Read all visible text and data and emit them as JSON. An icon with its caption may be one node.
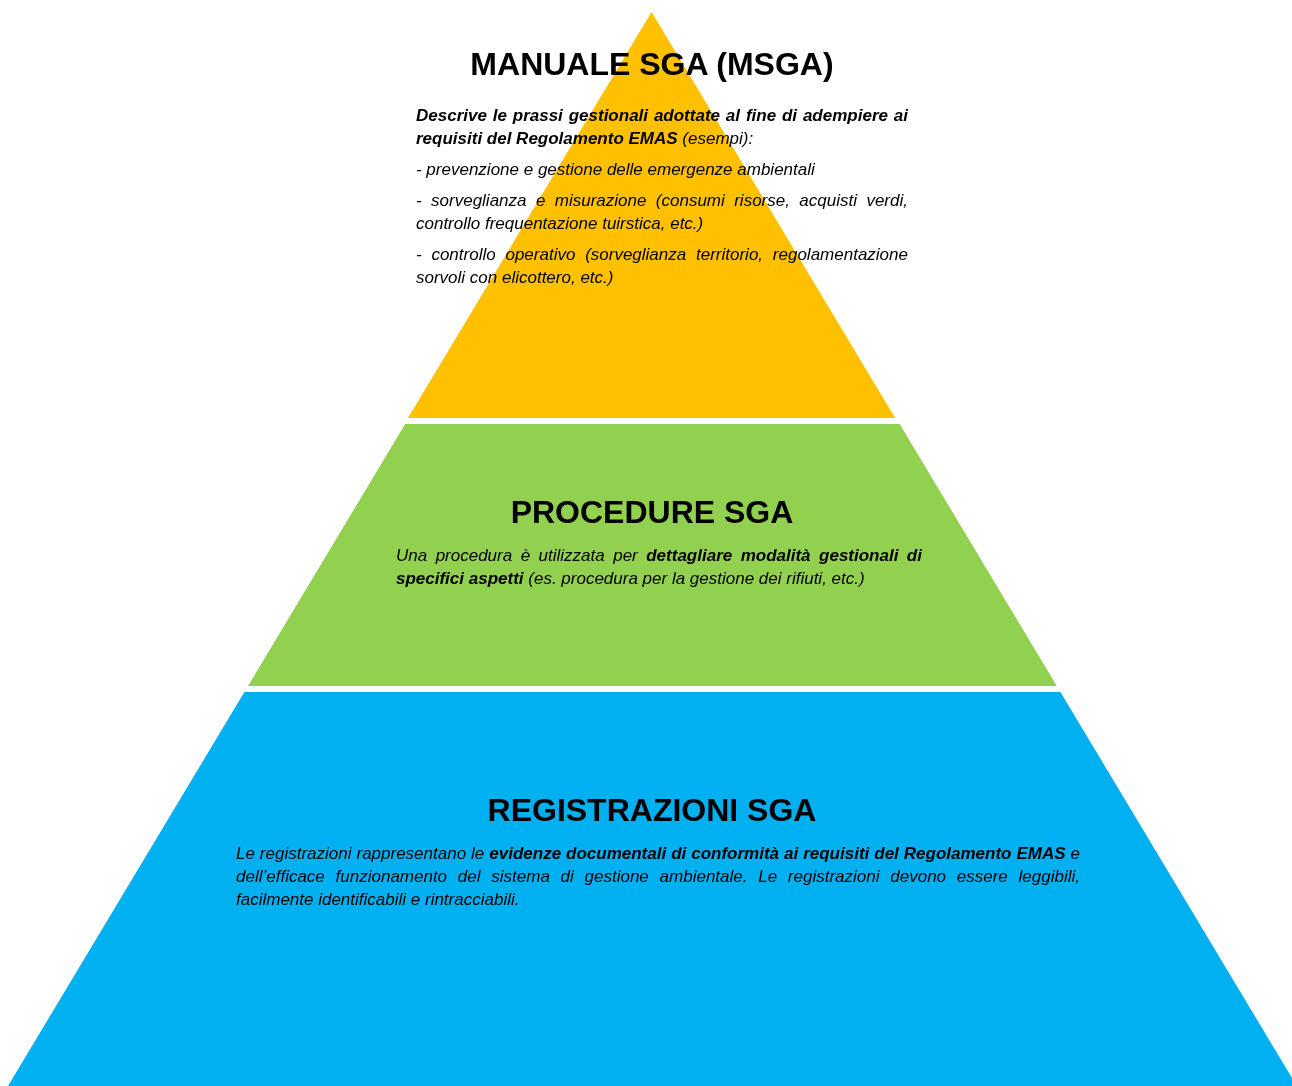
{
  "diagram": {
    "nodes": [
      {
        "text": [
          "MANUALE SGA (MSGA)",
          "**Descrive le prassi gestionali adottate al fine di adempiere ai requisiti del Regolamento EMAS** (esempi):",
          "- prevenzione e gestione delle emergenze ambientali",
          "- sorveglianza e misurazione (consumi risorse, acquisti verdi, controllo frequentazione tuirstica, etc.)",
          "- controllo operativo (sorveglianza territorio, regolamentazione sorvoli con elicottero, etc.)"
        ]
      },
      {
        "text": [
          "PROCEDURE SGA",
          "Una procedura è utilizzata per **dettagliare modalità gestionali di specifici aspetti** (es. procedura per la gestione dei rifiuti, etc.)"
        ]
      },
      {
        "text": [
          "REGISTRAZIONI SGA",
          "Le registrazioni rappresentano le **evidenze documentali di conformità ai requisiti del Regolamento EMAS** e dell’efficace funzionamento del sistema di gestione ambientale. Le registrazioni devono essere leggibili, facilmente identificabili e rintracciabili."
        ]
      }
    ],
    "edges": []
  }
}
